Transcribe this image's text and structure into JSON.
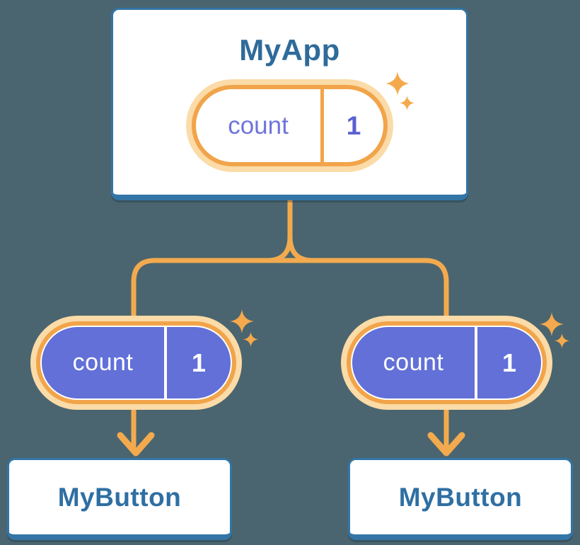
{
  "diagram": {
    "root": {
      "name": "MyApp",
      "pill": {
        "key": "count",
        "value": "1"
      }
    },
    "children": [
      {
        "name": "MyButton",
        "pill": {
          "key": "count",
          "value": "1"
        }
      },
      {
        "name": "MyButton",
        "pill": {
          "key": "count",
          "value": "1"
        }
      }
    ]
  },
  "icons": {
    "sparkle": "sparkle-icon",
    "arrow": "arrow-down-icon"
  },
  "colors": {
    "background": "#4a656f",
    "card_fill": "#ffffff",
    "card_border_blue": "#3375a6",
    "root_title_blue": "#2f6b9a",
    "child_title_blue": "#2f6fa3",
    "connector_orange": "#f3aa4e",
    "pill_ring_orange": "#f1a44a",
    "pill_glow_peach": "#fbdba7",
    "state_fill_indigo": "#6270d8",
    "state_key_purple": "#6f74dc",
    "state_value_indigo": "#5a60d0",
    "state_text_on_indigo": "#ffffff",
    "sparkle_orange": "#f4a94d"
  }
}
